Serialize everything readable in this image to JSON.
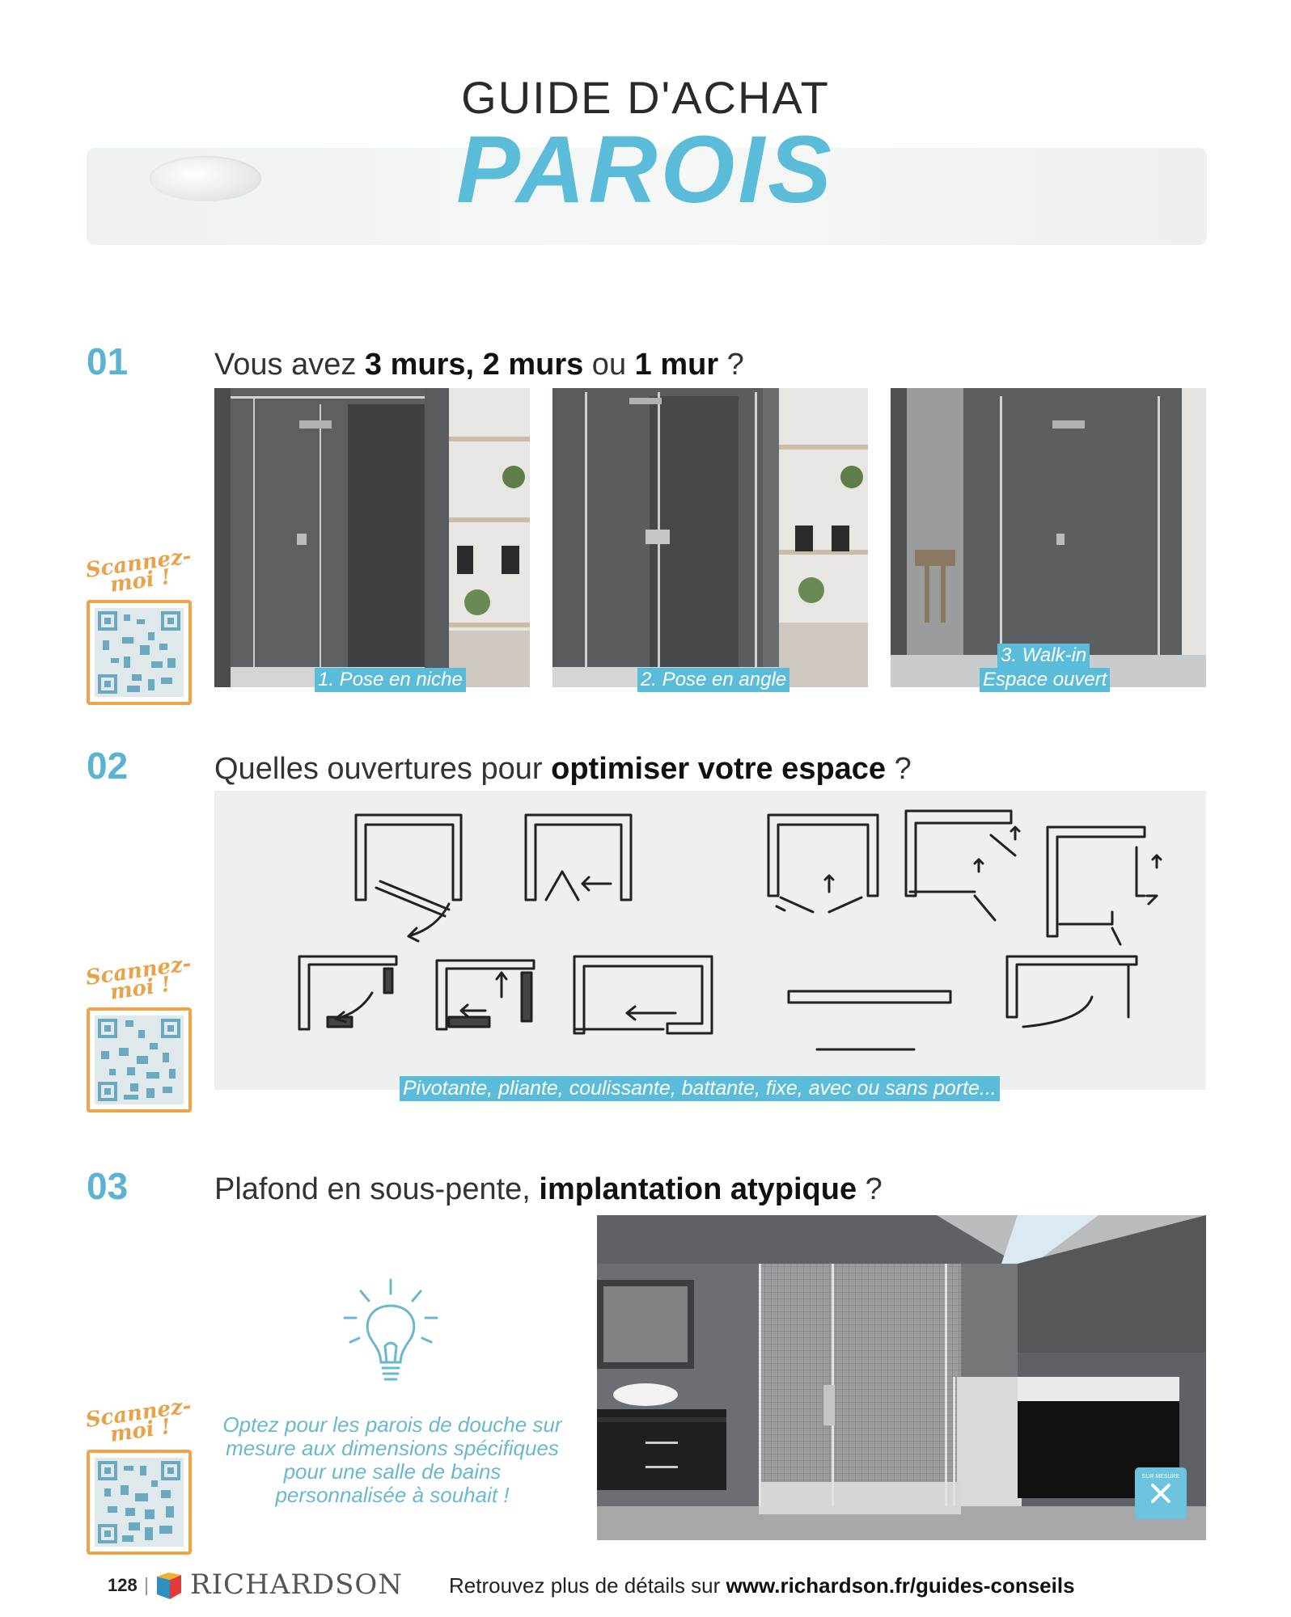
{
  "header": {
    "guide_label": "GUIDE D'ACHAT",
    "title": "PAROIS"
  },
  "qr": {
    "scan_label": "Scannez-moi !"
  },
  "sections": [
    {
      "number": "01",
      "question_pre": "Vous avez ",
      "question_bold": "3 murs, 2 murs",
      "question_mid": " ou ",
      "question_bold2": "1 mur",
      "question_post": " ?",
      "photos": [
        {
          "caption": "1. Pose en niche"
        },
        {
          "caption": "2. Pose en angle"
        },
        {
          "caption_line1": "3. Walk-in",
          "caption_line2": "Espace ouvert"
        }
      ]
    },
    {
      "number": "02",
      "question_pre": "Quelles ouvertures pour ",
      "question_bold": "optimiser votre espace",
      "question_post": " ?",
      "caption": "Pivotante, pliante, coulissante, battante, fixe, avec ou sans porte..."
    },
    {
      "number": "03",
      "question_pre": "Plafond en sous-pente, ",
      "question_bold": "implantation atypique",
      "question_post": " ?",
      "tip": "Optez pour les parois de douche sur mesure aux dimensions spécifiques pour une salle de bains personnalisée à souhait !",
      "badge_label": "SUR MESURE"
    }
  ],
  "footer": {
    "page_number": "128",
    "brand": "RICHARDSON",
    "text_pre": "Retrouvez plus de détails sur ",
    "url": "www.richardson.fr/guides-conseils"
  },
  "colors": {
    "accent": "#5bbcd9",
    "qr_frame": "#f0a34a"
  }
}
